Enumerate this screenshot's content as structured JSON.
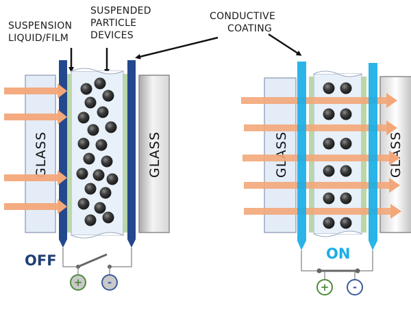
{
  "labels": {
    "suspension": [
      "SUSPENSION",
      "LIQUID/FILM"
    ],
    "particles": [
      "SUSPENDED",
      "PARTICLE",
      "DEVICES"
    ],
    "coating": [
      "CONDUCTIVE",
      "COATING"
    ]
  },
  "glass_label": "GLASS",
  "off_state": {
    "label": "OFF",
    "plus": "+",
    "minus": "-"
  },
  "on_state": {
    "label": "ON",
    "plus": "+",
    "minus": "-"
  },
  "colors": {
    "coating_off": "#24488e",
    "coating_on": "#19aee6",
    "off_text": "#213f74",
    "on_text": "#19aee6",
    "light_arrow": "#f3a779",
    "film": "#b9d7a9",
    "terminal_plus": "#4e8a3a",
    "terminal_minus": "#3a5a9a"
  }
}
